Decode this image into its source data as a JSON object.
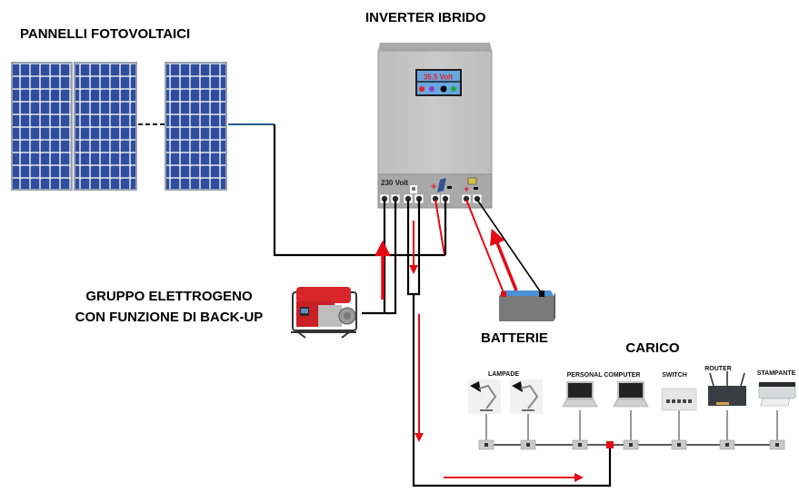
{
  "labels": {
    "panels": "PANNELLI FOTOVOLTAICI",
    "inverter": "INVERTER IBRIDO",
    "generator_line1": "GRUPPO ELETTROGENO",
    "generator_line2": "CON FUNZIONE DI BACK-UP",
    "batteries": "BATTERIE",
    "load": "CARICO"
  },
  "inverter": {
    "display_value": "35.5 Volt",
    "ac_label": "230 Volt",
    "led_colors": [
      "#e0202a",
      "#8a3fc0",
      "#000000",
      "#1fa84a"
    ]
  },
  "panels": {
    "count_shown": 3,
    "cell_columns": 6,
    "cell_rows": 10,
    "cell_color": "#2b4a9a",
    "separator": "- - -"
  },
  "loads": {
    "groups": [
      {
        "label": "LAMPADE",
        "devices": [
          "lamp",
          "lamp"
        ]
      },
      {
        "label": "PERSONAL COMPUTER",
        "devices": [
          "laptop",
          "laptop"
        ]
      },
      {
        "label": "SWITCH",
        "devices": [
          "network-switch"
        ]
      },
      {
        "label": "ROUTER",
        "devices": [
          "router"
        ]
      },
      {
        "label": "STAMPANTE",
        "devices": [
          "printer"
        ]
      }
    ]
  },
  "colors": {
    "wire": "#000000",
    "flow_arrow": "#e50914",
    "inverter_body": "#c4c4c4",
    "battery_body": "#7a7a7a",
    "battery_top": "#4a90d9",
    "pv_cable": "#1f5f8a"
  }
}
